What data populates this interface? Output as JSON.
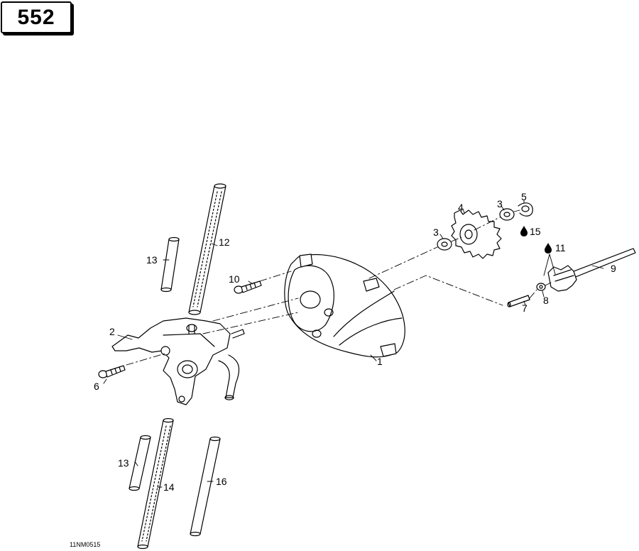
{
  "page_number": "552",
  "drawing_code": "11NM0515",
  "callouts": {
    "c1": "1",
    "c2": "2",
    "c3a": "3",
    "c3b": "3",
    "c4": "4",
    "c5": "5",
    "c6": "6",
    "c7": "7",
    "c8": "8",
    "c9": "9",
    "c10": "10",
    "c11": "11",
    "c12": "12",
    "c13a": "13",
    "c13b": "13",
    "c14": "14",
    "c15": "15",
    "c16": "16"
  }
}
